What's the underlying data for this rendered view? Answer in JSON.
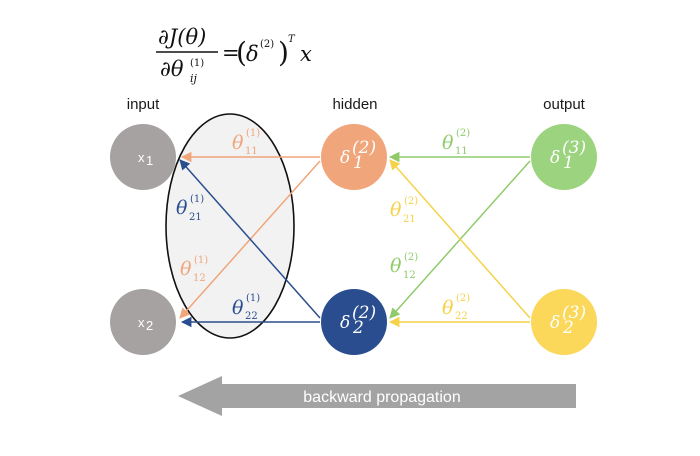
{
  "formula": {
    "numerator": "∂J(θ)",
    "denominator_base": "∂θ",
    "denominator_sub": "ij",
    "denominator_sup": "(1)",
    "equals": "=",
    "delta": "δ",
    "delta_sup": "(2)",
    "transpose": "T",
    "x": "x"
  },
  "layers": {
    "input": "input",
    "hidden": "hidden",
    "output": "output"
  },
  "nodes": {
    "x1": {
      "base": "x",
      "sub": "1",
      "color": "#a6a2a2"
    },
    "x2": {
      "base": "x",
      "sub": "2",
      "color": "#a6a2a2"
    },
    "h1": {
      "base": "δ",
      "sub": "1",
      "sup": "(2)",
      "color": "#f0a57a"
    },
    "h2": {
      "base": "δ",
      "sub": "2",
      "sup": "(2)",
      "color": "#2a4d8f"
    },
    "o1": {
      "base": "δ",
      "sub": "1",
      "sup": "(3)",
      "color": "#9bd37e"
    },
    "o2": {
      "base": "δ",
      "sub": "2",
      "sup": "(3)",
      "color": "#fbd75a"
    }
  },
  "weights": {
    "t11_1": {
      "base": "θ",
      "sub": "11",
      "sup": "(1)",
      "color": "#f0a57a"
    },
    "t21_1": {
      "base": "θ",
      "sub": "21",
      "sup": "(1)",
      "color": "#2a4d8f"
    },
    "t12_1": {
      "base": "θ",
      "sub": "12",
      "sup": "(1)",
      "color": "#f0a57a"
    },
    "t22_1": {
      "base": "θ",
      "sub": "22",
      "sup": "(1)",
      "color": "#2a4d8f"
    },
    "t11_2": {
      "base": "θ",
      "sub": "11",
      "sup": "(2)",
      "color": "#8fcb6b"
    },
    "t21_2": {
      "base": "θ",
      "sub": "21",
      "sup": "(2)",
      "color": "#f5d24a"
    },
    "t12_2": {
      "base": "θ",
      "sub": "12",
      "sup": "(2)",
      "color": "#8fcb6b"
    },
    "t22_2": {
      "base": "θ",
      "sub": "22",
      "sup": "(2)",
      "color": "#f5d24a"
    }
  },
  "backward_arrow": {
    "label": "backward propagation",
    "color": "#a3a3a3"
  }
}
